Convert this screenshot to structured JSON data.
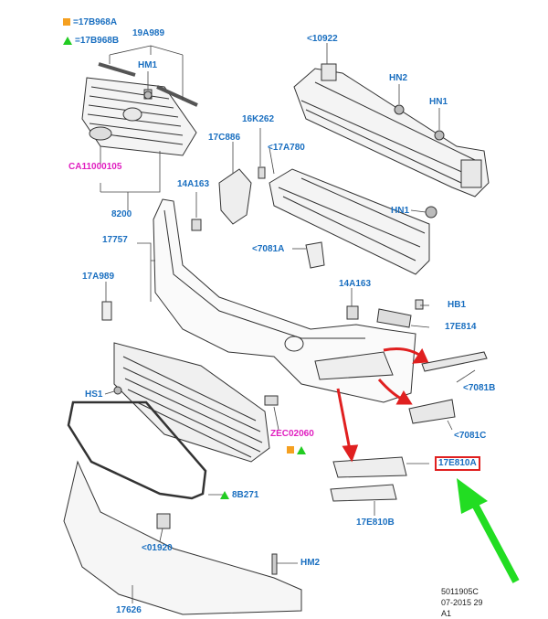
{
  "legend": {
    "square_label": "=17B968A",
    "triangle_label": "=17B968B",
    "square_color": "#f5a020",
    "triangle_color": "#22cc22"
  },
  "labels": {
    "p19A989": "19A989",
    "hm1_top": "HM1",
    "ca": "CA11000105",
    "p8200": "8200",
    "p10922": "<10922",
    "hn2": "HN2",
    "hn1_a": "HN1",
    "hn1_b": "HN1",
    "p16K262": "16K262",
    "p17C886": "17C886",
    "p17A780": "<17A780",
    "p14A163_a": "14A163",
    "p14A163_b": "14A163",
    "p17757": "17757",
    "p7081A": "<7081A",
    "p17A989": "17A989",
    "hb1": "HB1",
    "p17E814": "17E814",
    "p7081B": "<7081B",
    "p7081C": "<7081C",
    "hs1": "HS1",
    "zec": "ZEC02060",
    "p17E810A": "17E810A",
    "p8B271": "8B271",
    "p01920": "<01920",
    "p17E810B": "17E810B",
    "hm2": "HM2",
    "p17626": "17626"
  },
  "footer": {
    "code": "5011905C",
    "date": "07-2015 29",
    "sheet": "A1"
  },
  "colors": {
    "label_blue": "#1a6fc0",
    "label_magenta": "#e020c0",
    "arrow_red": "#e02020",
    "arrow_green": "#22dd22"
  }
}
